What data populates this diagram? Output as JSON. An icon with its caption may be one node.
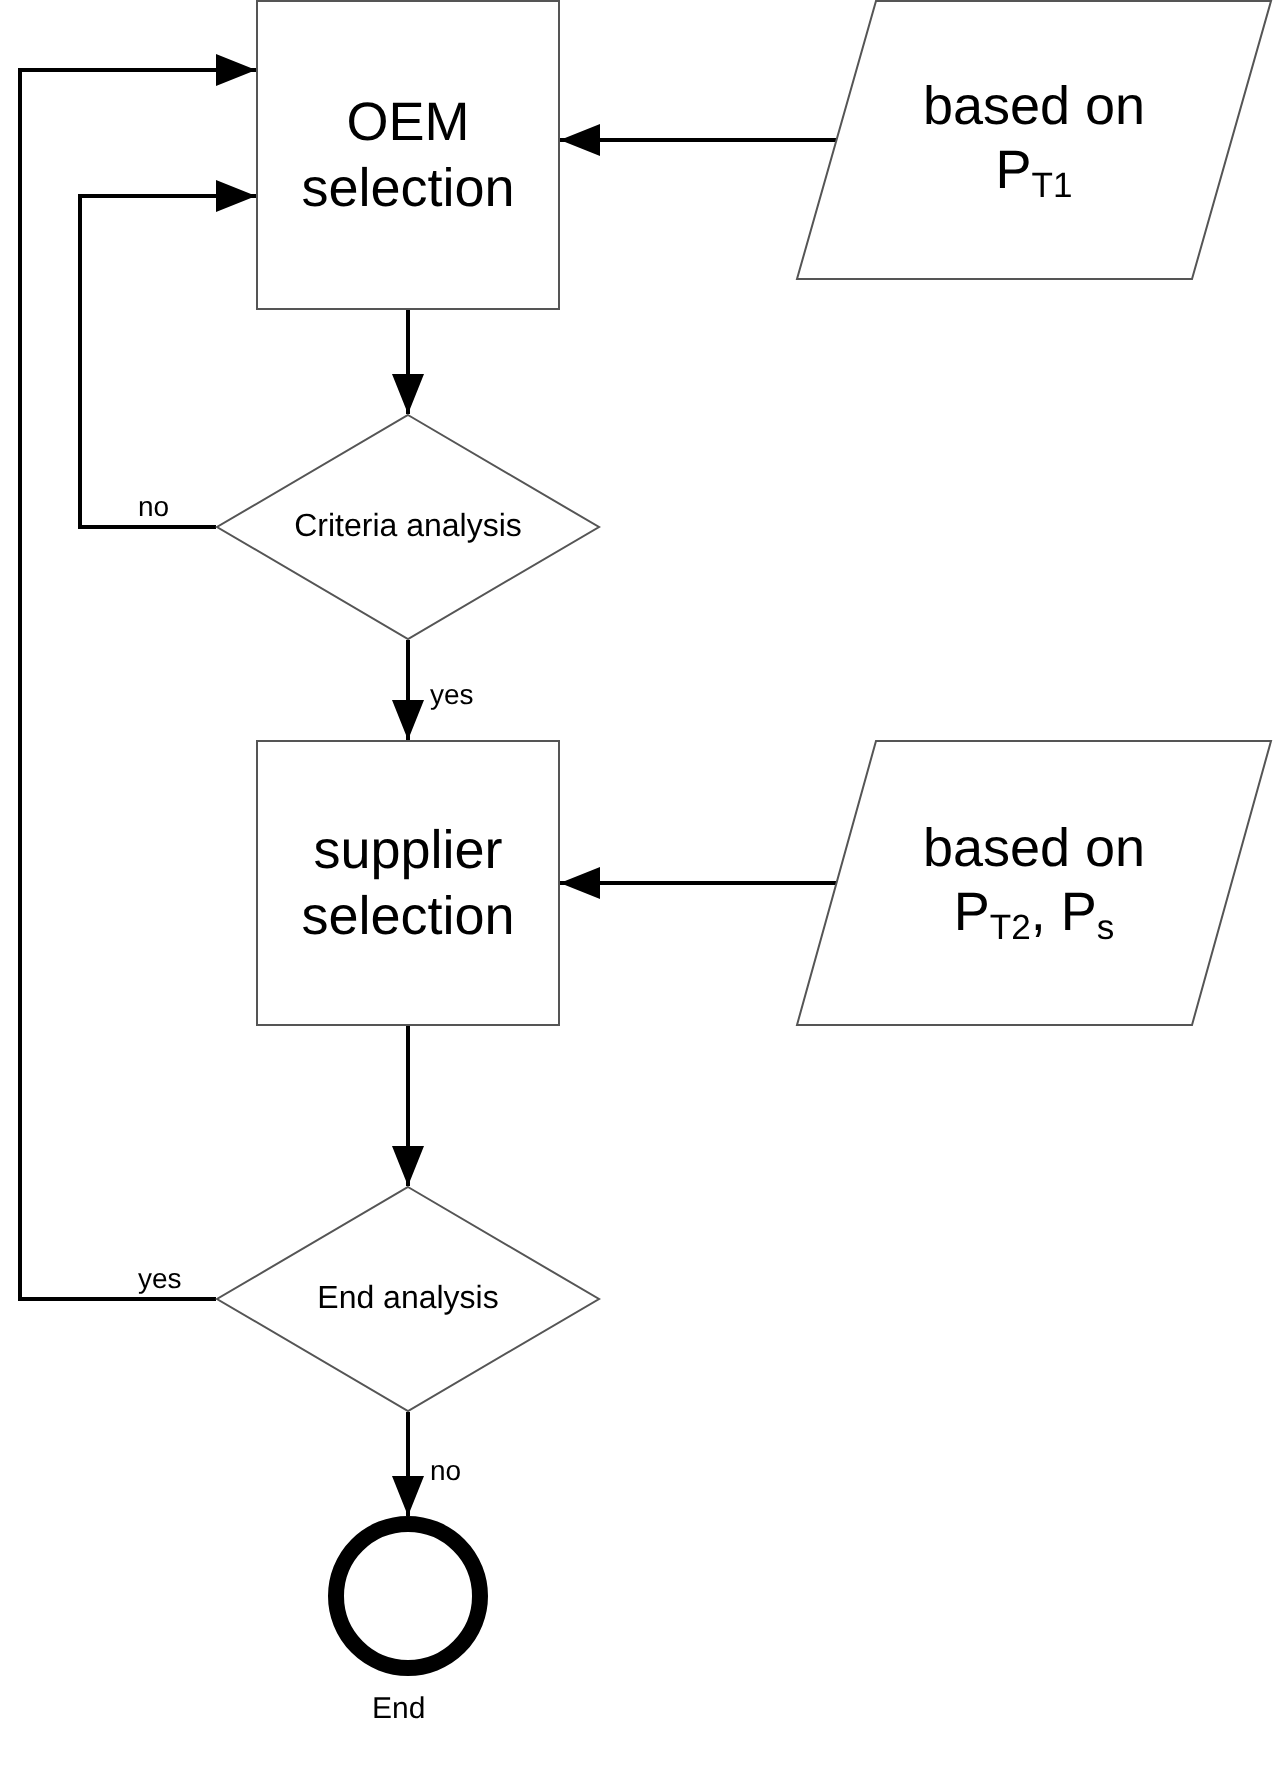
{
  "diagram": {
    "nodes": [
      {
        "text": [
          "OEM selection"
        ]
      },
      {
        "text": [
          "based on P$_{T1}$"
        ]
      },
      {
        "text": [
          "Criteria analysis"
        ]
      },
      {
        "text": [
          "supplier selection"
        ]
      },
      {
        "text": [
          "based on P$_{T2}$, P$_{s}$"
        ]
      },
      {
        "text": [
          "End analysis"
        ]
      },
      {
        "text": [],
        "shape": "circle",
        "beside": [
          "End"
        ]
      }
    ],
    "edges": [
      {
        "from": 1,
        "to": 0,
        "arrow": "to"
      },
      {
        "from": 0,
        "to": 2,
        "arrow": "to"
      },
      {
        "from": 2,
        "to": 0,
        "arrow": "to",
        "label": "no"
      },
      {
        "from": 2,
        "to": 3,
        "arrow": "to",
        "label": "yes"
      },
      {
        "from": 4,
        "to": 3,
        "arrow": "to"
      },
      {
        "from": 3,
        "to": 5,
        "arrow": "to"
      },
      {
        "from": 5,
        "to": 0,
        "arrow": "to",
        "label": "yes"
      },
      {
        "from": 5,
        "to": 6,
        "arrow": "to",
        "label": "no"
      }
    ]
  }
}
